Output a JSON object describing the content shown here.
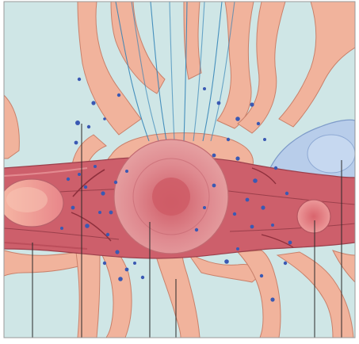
{
  "colors": {
    "fluid": "#cfe6e6",
    "process": "#f1b39c",
    "process_edge": "#c9806a",
    "vessel": "#cd5f6b",
    "vessel_dark": "#b84a58",
    "vessel_lumen_edge": "#8e2f3c",
    "nucleus": "#e59a9e",
    "nucleus_core": "#d46f78",
    "left_cell": "#f2a89c",
    "small_cell": "#e88489",
    "glia": "#b8cdea",
    "glia_edge": "#7e9bc9",
    "fibers": "#2e80b5",
    "particles": "#3a59b3",
    "leader_lines": "#2a2a2a",
    "frame": "#9a9a9a"
  },
  "icons": [
    "particle-dot",
    "leader-line",
    "fiber-line"
  ]
}
